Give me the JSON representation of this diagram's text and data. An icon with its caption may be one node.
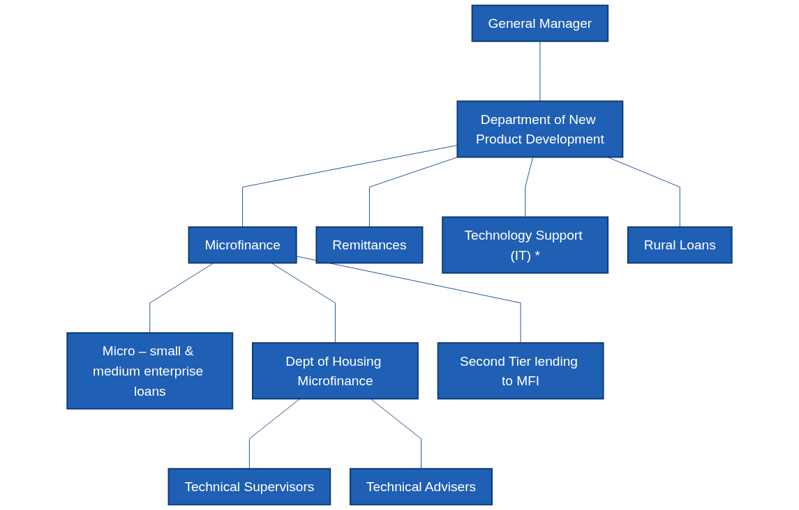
{
  "diagram": {
    "nodes": [
      {
        "text": [
          "General Manager"
        ]
      },
      {
        "text": [
          "Department of New Product Development"
        ]
      },
      {
        "text": [
          "Microfinance"
        ]
      },
      {
        "text": [
          "Remittances"
        ]
      },
      {
        "text": [
          "Technology Support (IT) *"
        ]
      },
      {
        "text": [
          "Rural Loans"
        ]
      },
      {
        "text": [
          "Micro – small & medium enterprise loans"
        ]
      },
      {
        "text": [
          "Dept of Housing Microfinance"
        ]
      },
      {
        "text": [
          "Second Tier lending to MFI"
        ]
      },
      {
        "text": [
          "Technical Supervisors"
        ]
      },
      {
        "text": [
          "Technical Advisers"
        ]
      }
    ],
    "edges": [
      {
        "from": 0,
        "to": 1,
        "arrow": "none"
      },
      {
        "from": 1,
        "to": 2,
        "arrow": "none"
      },
      {
        "from": 1,
        "to": 3,
        "arrow": "none"
      },
      {
        "from": 1,
        "to": 4,
        "arrow": "none"
      },
      {
        "from": 1,
        "to": 5,
        "arrow": "none"
      },
      {
        "from": 2,
        "to": 6,
        "arrow": "none"
      },
      {
        "from": 2,
        "to": 7,
        "arrow": "none"
      },
      {
        "from": 2,
        "to": 8,
        "arrow": "none"
      },
      {
        "from": 7,
        "to": 9,
        "arrow": "none"
      },
      {
        "from": 7,
        "to": 10,
        "arrow": "none"
      }
    ]
  }
}
